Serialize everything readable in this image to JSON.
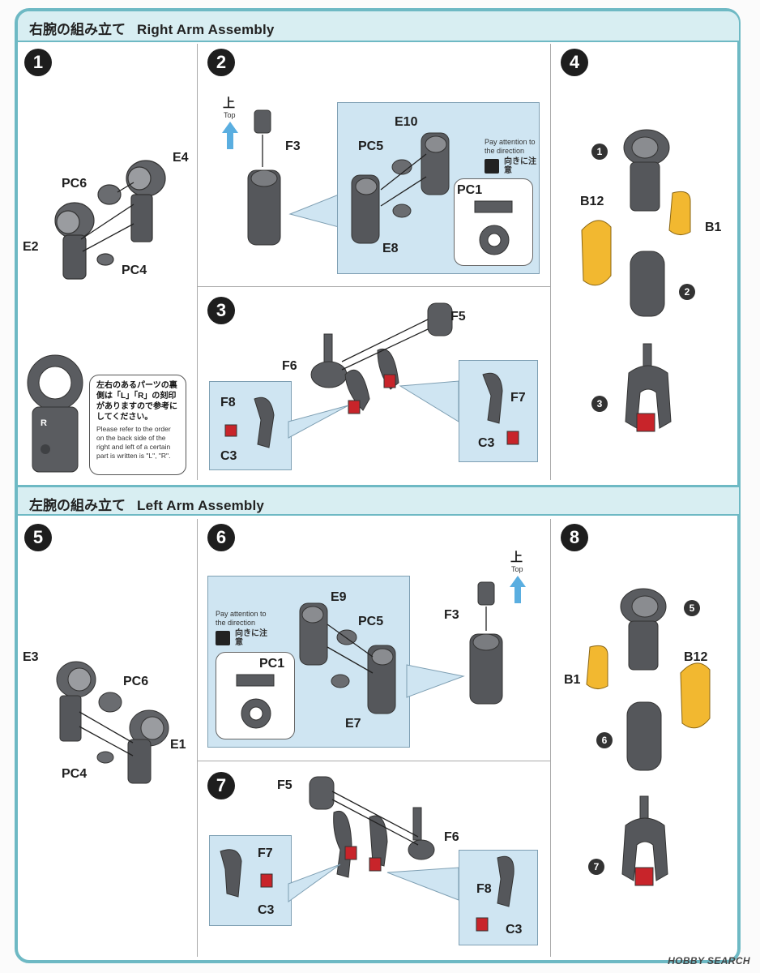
{
  "sections": {
    "right": {
      "jp": "右腕の組み立て",
      "en": "Right Arm Assembly"
    },
    "left": {
      "jp": "左腕の組み立て",
      "en": "Left Arm Assembly"
    }
  },
  "steps": {
    "s1": {
      "num": "1",
      "labels": {
        "e4": "E4",
        "pc6": "PC6",
        "e2": "E2",
        "pc4": "PC4"
      }
    },
    "note": {
      "stamp": "R",
      "jp": "左右のあるパーツの裏側は「L」「R」の刻印がありますので参考にしてください。",
      "en": "Please refer to the order on the back side of the right and left of a certain part is written is \"L\", \"R\"."
    },
    "s2": {
      "num": "2",
      "up_jp": "上",
      "up_en": "Top",
      "labels": {
        "f3": "F3",
        "e10": "E10",
        "pc5": "PC5",
        "e8": "E8",
        "pc1": "PC1"
      },
      "attention_en": "Pay attention to the direction",
      "attention_jp": "向きに注意"
    },
    "s3": {
      "num": "3",
      "labels": {
        "f5": "F5",
        "f6": "F6",
        "f8": "F8",
        "c3a": "C3",
        "f7": "F7",
        "c3b": "C3"
      }
    },
    "s4": {
      "num": "4",
      "labels": {
        "b12": "B12",
        "b1": "B1",
        "m1": "1",
        "m2": "2",
        "m3": "3"
      }
    },
    "s5": {
      "num": "5",
      "labels": {
        "e3": "E3",
        "pc6": "PC6",
        "e1": "E1",
        "pc4": "PC4"
      }
    },
    "s6": {
      "num": "6",
      "up_jp": "上",
      "up_en": "Top",
      "labels": {
        "e9": "E9",
        "pc5": "PC5",
        "pc1": "PC1",
        "e7": "E7",
        "f3": "F3"
      },
      "attention_en": "Pay attention to the direction",
      "attention_jp": "向きに注意"
    },
    "s7": {
      "num": "7",
      "labels": {
        "f5": "F5",
        "f6": "F6",
        "f7": "F7",
        "c3a": "C3",
        "f8": "F8",
        "c3b": "C3"
      }
    },
    "s8": {
      "num": "8",
      "labels": {
        "b1": "B1",
        "b12": "B12",
        "m5": "5",
        "m6": "6",
        "m7": "7"
      }
    }
  },
  "watermark": "HOBBY SEARCH",
  "colors": {
    "accent": "#6eb9c4",
    "header_bg": "#d8eef2",
    "callout_bg": "#cfe5f2",
    "part_gray": "#5a5c60",
    "part_yellow": "#f2b830",
    "part_red": "#c8242a",
    "arrow_blue": "#5aaee0"
  }
}
